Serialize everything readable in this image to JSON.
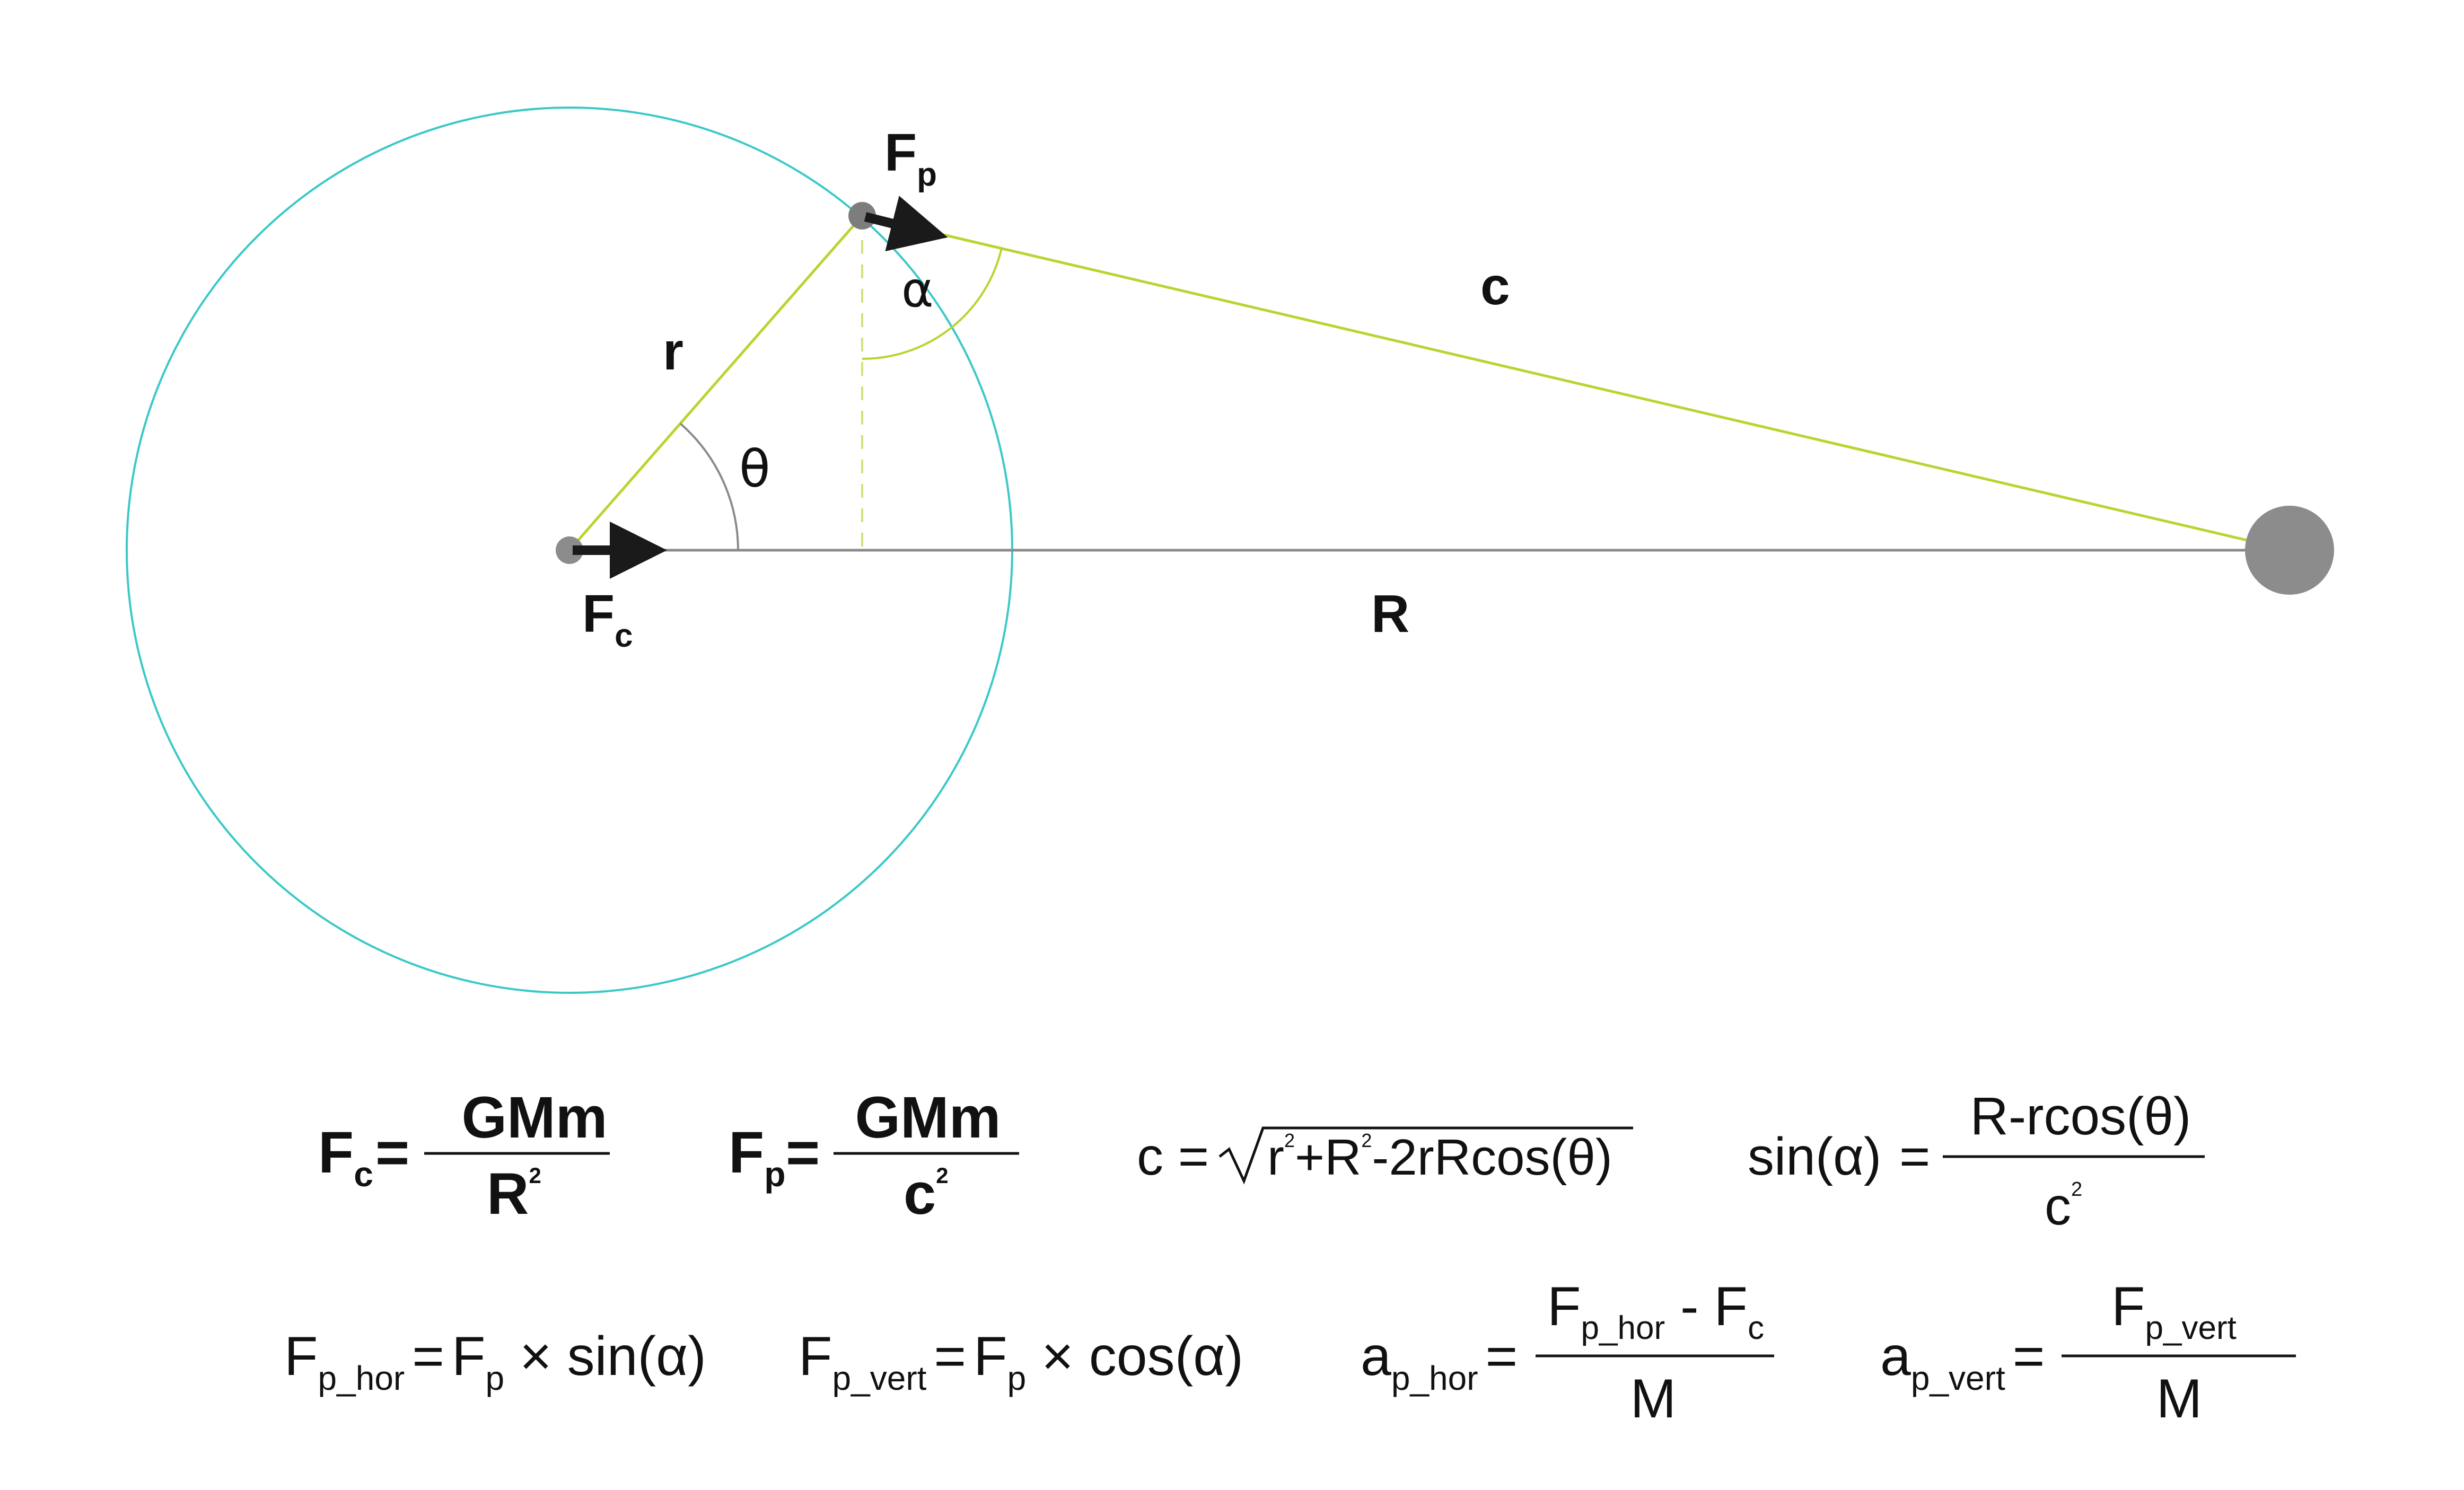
{
  "colors": {
    "orbit": "#3cc8c8",
    "vector_line": "#b8d430",
    "horizontal_line": "#8a8a8a",
    "body": "#8c8c8c",
    "arrow": "#1a1a1a",
    "text": "#111111"
  },
  "labels": {
    "fp_main": "F",
    "fp_sub": "p",
    "fc_main": "F",
    "fc_sub": "c",
    "r": "r",
    "c": "c",
    "R": "R",
    "alpha": "α",
    "theta": "θ"
  },
  "formulas": {
    "fc": {
      "lhs_main": "F",
      "lhs_sub": "c",
      "eq": "=",
      "num": "GMm",
      "den_main": "R",
      "den_sup": "2"
    },
    "fp": {
      "lhs_main": "F",
      "lhs_sub": "p",
      "eq": "=",
      "num": "GMm",
      "den_main": "c",
      "den_sup": "2"
    },
    "c_def": {
      "lhs": "c =",
      "rad_r": "r",
      "rad_r_sup": "2",
      "rad_plus": "+R",
      "rad_R_sup": "2",
      "rad_rest": "-2rRcos(θ)"
    },
    "sin_alpha": {
      "lhs": "sin(α)",
      "eq": "=",
      "num": "R-rcos(θ)",
      "den_main": "c",
      "den_sup": "2"
    },
    "fp_hor": {
      "lhs_main": "F",
      "lhs_sub": "p_hor",
      "eq": "=",
      "rhs_main": "F",
      "rhs_sub": "p",
      "rhs_rest": " × sin(α)"
    },
    "fp_vert": {
      "lhs_main": "F",
      "lhs_sub": "p_vert",
      "eq": "=",
      "rhs_main": "F",
      "rhs_sub": "p",
      "rhs_rest": " × cos(α)"
    },
    "a_hor": {
      "lhs_main": "a",
      "lhs_sub": "p_hor",
      "eq": "=",
      "num_main": "F",
      "num_sub": "p_hor",
      "num_mid": " - F",
      "num_sub2": "c",
      "den": "M"
    },
    "a_vert": {
      "lhs_main": "a",
      "lhs_sub": "p_vert",
      "eq": "=",
      "num_main": "F",
      "num_sub": "p_vert",
      "den": "M"
    }
  }
}
